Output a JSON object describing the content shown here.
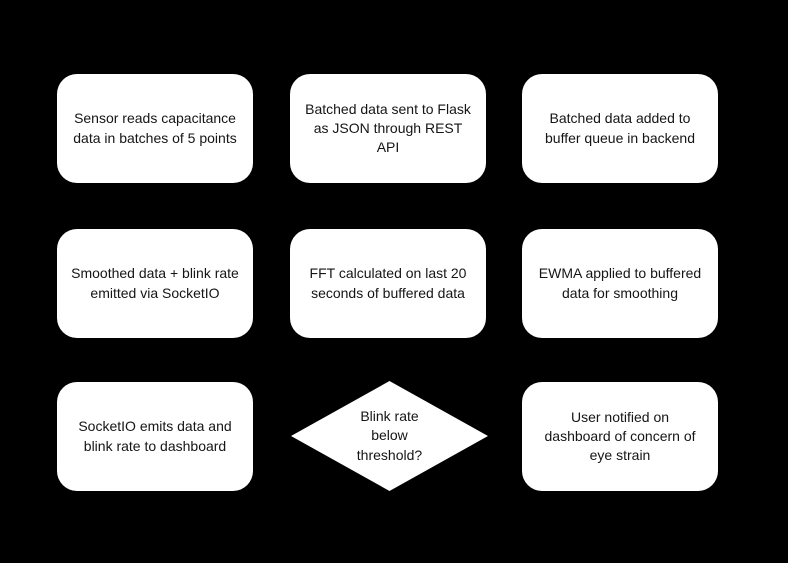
{
  "diagram": {
    "type": "flowchart",
    "colors": {
      "background": "#000000",
      "node_fill": "#ffffff",
      "node_text": "#151515"
    },
    "nodes": [
      {
        "id": "sensor-read",
        "shape": "rounded-rect",
        "row": 1,
        "col": 1,
        "label": "Sensor reads capacitance data in batches of 5 points"
      },
      {
        "id": "send-to-flask",
        "shape": "rounded-rect",
        "row": 1,
        "col": 2,
        "label": "Batched data sent to Flask as JSON through REST API"
      },
      {
        "id": "buffer-queue",
        "shape": "rounded-rect",
        "row": 1,
        "col": 3,
        "label": "Batched data added to buffer queue in backend"
      },
      {
        "id": "socketio-emit",
        "shape": "rounded-rect",
        "row": 2,
        "col": 1,
        "label": "Smoothed data + blink rate emitted via SocketIO"
      },
      {
        "id": "fft-calc",
        "shape": "rounded-rect",
        "row": 2,
        "col": 2,
        "label": "FFT calculated on last 20 seconds of buffered data"
      },
      {
        "id": "ewma-smooth",
        "shape": "rounded-rect",
        "row": 2,
        "col": 3,
        "label": "EWMA applied to buffered data for smoothing"
      },
      {
        "id": "emit-dashboard",
        "shape": "rounded-rect",
        "row": 3,
        "col": 1,
        "label": "SocketIO emits data and blink rate to dashboard"
      },
      {
        "id": "blink-decision",
        "shape": "diamond",
        "row": 3,
        "col": 2,
        "label": "Blink rate below threshold?"
      },
      {
        "id": "notify-user",
        "shape": "rounded-rect",
        "row": 3,
        "col": 3,
        "label": "User notified on dashboard of concern of eye strain"
      }
    ]
  }
}
